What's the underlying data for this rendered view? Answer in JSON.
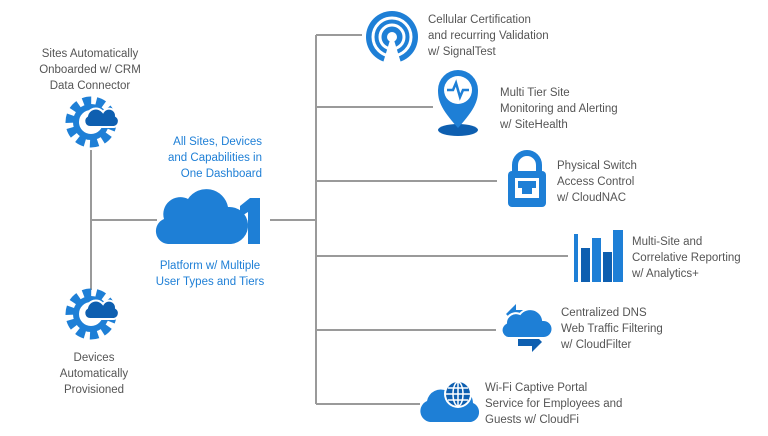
{
  "left": {
    "top_label": [
      "Sites Automatically",
      "Onboarded w/ CRM",
      "Data Connector"
    ],
    "bottom_label": [
      "Devices",
      "Automatically",
      "Provisioned"
    ],
    "top_icon": "cloud-gear-icon",
    "bottom_icon": "cloud-gear-icon"
  },
  "center": {
    "top_label": [
      "All Sites, Devices",
      "and Capabilities in",
      "One Dashboard"
    ],
    "bottom_label": [
      "Platform w/ Multiple",
      "User Types and Tiers"
    ],
    "logo_text": "1",
    "logo_icon": "cloud-one-logo"
  },
  "items": [
    {
      "icon": "signal-tower-icon",
      "lines": [
        "Cellular Certification",
        "and recurring Validation",
        "w/ SignalTest"
      ]
    },
    {
      "icon": "location-pin-heartbeat-icon",
      "lines": [
        "Multi Tier Site",
        "Monitoring and Alerting",
        "w/ SiteHealth"
      ]
    },
    {
      "icon": "lock-ethernet-icon",
      "lines": [
        "Physical Switch",
        "Access Control",
        "w/ CloudNAC"
      ]
    },
    {
      "icon": "bar-chart-icon",
      "lines": [
        "Multi-Site and",
        "Correlative Reporting",
        "w/ Analytics+"
      ]
    },
    {
      "icon": "cloud-filter-icon",
      "lines": [
        "Centralized DNS",
        "Web Traffic Filtering",
        "w/ CloudFilter"
      ]
    },
    {
      "icon": "cloud-globe-icon",
      "lines": [
        "Wi-Fi Captive Portal",
        "Service for Employees and",
        "Guests w/ CloudFi"
      ]
    }
  ],
  "colors": {
    "accent": "#1e7fd6",
    "dark_blue": "#0e5fb0",
    "line": "#9a9a9a",
    "text": "#555555"
  }
}
